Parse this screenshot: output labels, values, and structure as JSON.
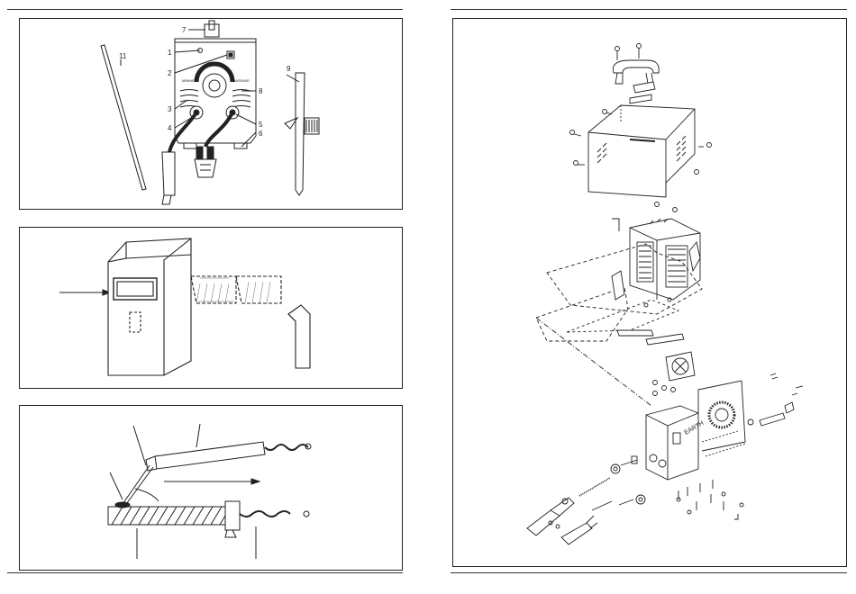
{
  "left_page": {
    "figure1": {
      "callouts": [
        "1",
        "2",
        "3",
        "4",
        "5",
        "6",
        "7",
        "8",
        "9",
        "11"
      ],
      "panel_labels": {
        "min": "MINIMO",
        "max": "MASSIMO"
      }
    },
    "figure2": {
      "description_visible_text": ""
    },
    "figure3": {
      "description_visible_text": ""
    }
  },
  "right_page": {
    "exploded_view": {
      "front_label": "EARTH"
    }
  },
  "colors": {
    "ink": "#222222",
    "paper": "#ffffff"
  }
}
